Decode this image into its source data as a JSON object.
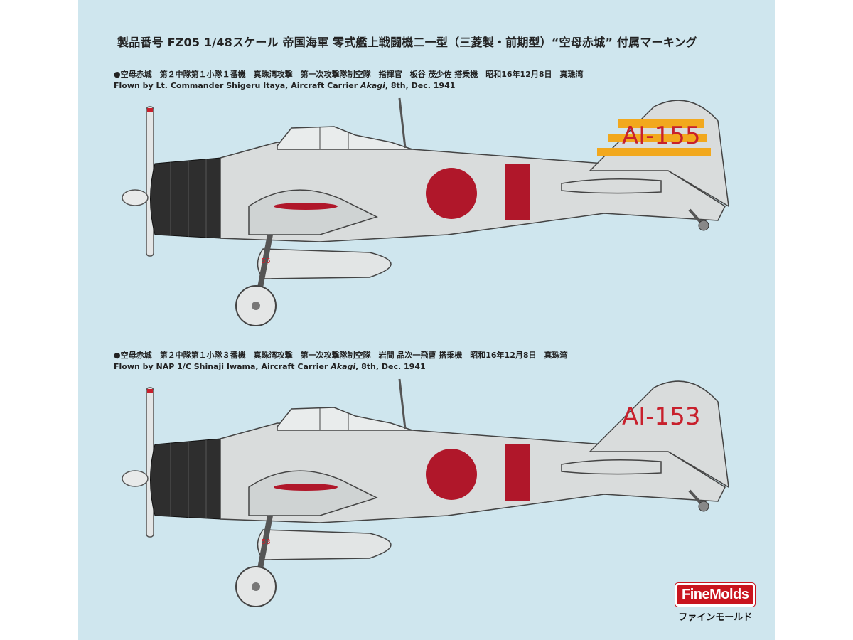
{
  "title": "製品番号 FZ05 1/48スケール 帝国海軍 零式艦上戦闘機二一型（三菱製・前期型）“空母赤城” 付属マーキング",
  "profiles": [
    {
      "jp": "●空母赤城　第２中隊第１小隊１番機　真珠湾攻撃　第一次攻撃隊制空隊　指揮官　板谷 茂少佐 搭乗機　昭和16年12月8日　真珠湾",
      "en_prefix": "Flown by Lt. Commander Shigeru Itaya, Aircraft Carrier ",
      "en_ship": "Akagi",
      "en_suffix": ", 8th, Dec. 1941",
      "tail_code": "AI-155",
      "gear_code": "55",
      "tail_stripes": true
    },
    {
      "jp": "●空母赤城　第２中隊第１小隊３番機　真珠湾攻撃　第一次攻撃隊制空隊　岩間 品次一飛曹 搭乗機　昭和16年12月8日　真珠湾",
      "en_prefix": "Flown by NAP 1/C Shinaji Iwama, Aircraft Carrier ",
      "en_ship": "Akagi",
      "en_suffix": ", 8th, Dec. 1941",
      "tail_code": "AI-153",
      "gear_code": "53",
      "tail_stripes": false
    }
  ],
  "logo": {
    "brand": "FineMolds",
    "kana": "ファインモールド"
  },
  "colors": {
    "background": "#cfe6ee",
    "fuselage": "#d9dcdc",
    "hinomaru": "#b0172a",
    "cowling": "#2e2e2e",
    "tail_stripe": "#f2a81d",
    "code_red": "#c8202c"
  }
}
